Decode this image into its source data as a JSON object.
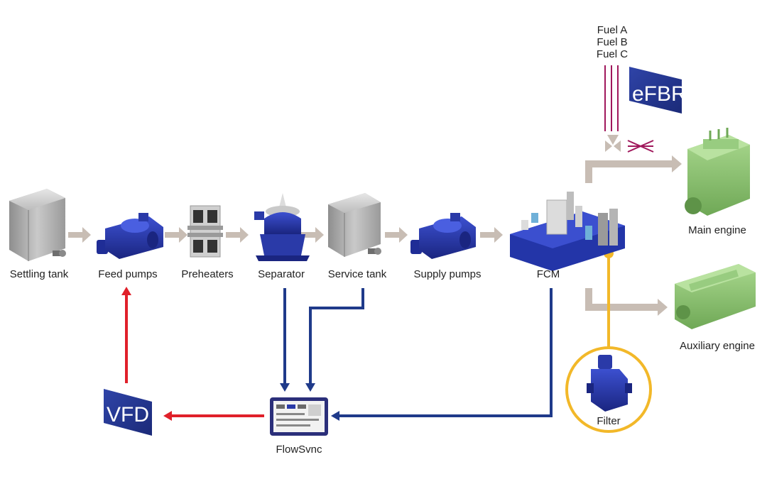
{
  "labels": {
    "settling_tank": "Settling tank",
    "feed_pumps": "Feed pumps",
    "preheaters": "Preheaters",
    "separator": "Separator",
    "service_tank": "Service tank",
    "supply_pumps": "Supply pumps",
    "fcm": "FCM",
    "main_engine": "Main engine",
    "auxiliary_engine": "Auxiliary engine",
    "filter": "Filter",
    "flowsync": "FlowSvnc",
    "vfd": "VFD",
    "efbr": "eFBR",
    "fuel_a": "Fuel A",
    "fuel_b": "Fuel B",
    "fuel_c": "Fuel C"
  },
  "colors": {
    "flow_arrow": "#c8bdb4",
    "control_blue": "#1f3a8a",
    "feedback_red": "#e0202a",
    "filter_yellow": "#f2b829",
    "equipment_blue": "#2a3aa8",
    "tank_grey": "#a6a6a6",
    "engine_green": "#8dc572",
    "fuel_line_magenta": "#a0185c",
    "badge_navy": "#24358f"
  }
}
